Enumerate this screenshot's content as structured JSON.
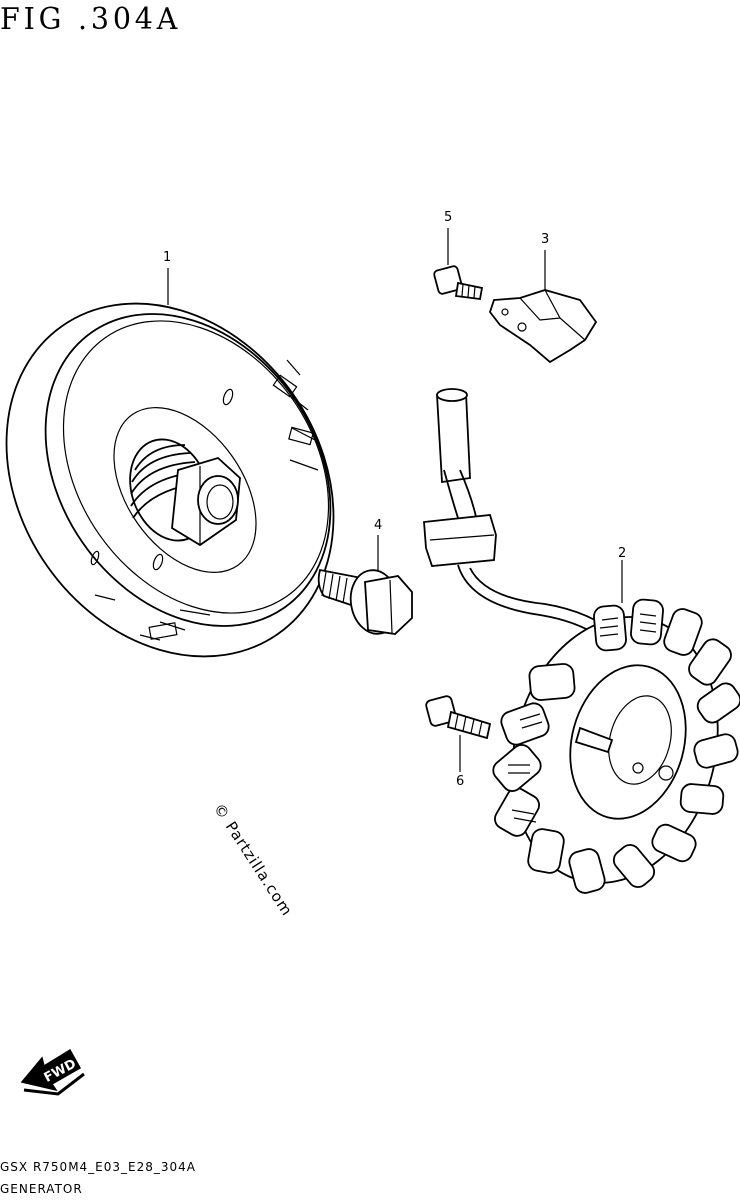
{
  "figure": {
    "title": "FIG .304A",
    "drawing_code": "GSX R750M4_E03_E28_304A",
    "caption": "GENERATOR"
  },
  "watermark": "© Partzilla.com",
  "fwd_arrow": {
    "label": "FWD",
    "icon": "fwd-arrow-icon"
  },
  "parts": [
    {
      "ref": "1",
      "name": "rotor-flywheel"
    },
    {
      "ref": "2",
      "name": "stator-coil"
    },
    {
      "ref": "3",
      "name": "wire-clamp"
    },
    {
      "ref": "4",
      "name": "rotor-bolt"
    },
    {
      "ref": "5",
      "name": "clamp-bolt"
    },
    {
      "ref": "6",
      "name": "stator-bolt"
    }
  ]
}
